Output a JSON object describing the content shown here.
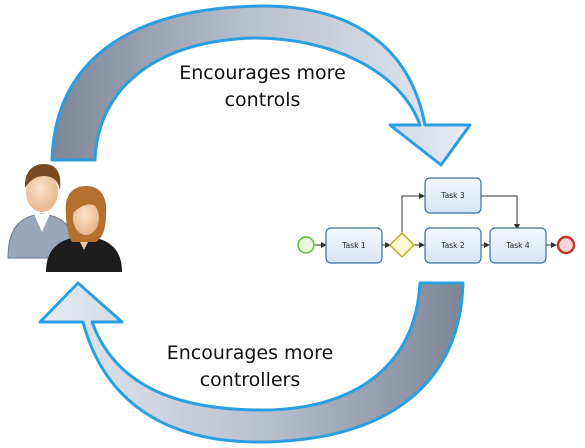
{
  "captions": {
    "top": {
      "line1": "Encourages more",
      "line2": "controls"
    },
    "bottom": {
      "line1": "Encourages more",
      "line2": "controllers"
    }
  },
  "process": {
    "tasks": [
      "Task 1",
      "Task 2",
      "Task 3",
      "Task 4"
    ],
    "events": {
      "start": "start-event",
      "end": "end-event"
    },
    "gateway": "exclusive-gateway"
  },
  "icons": {
    "people": "people-icon"
  },
  "colors": {
    "arrow_border": "#2a9fe0",
    "arrow_fill_light": "#dfe6f2",
    "arrow_fill_dark": "#7d8597",
    "task_fill": "#e8f0fa",
    "task_border": "#3a6ea5",
    "start_event": "#5dbb3a",
    "end_event": "#c0392b",
    "gateway": "#b8b020"
  }
}
